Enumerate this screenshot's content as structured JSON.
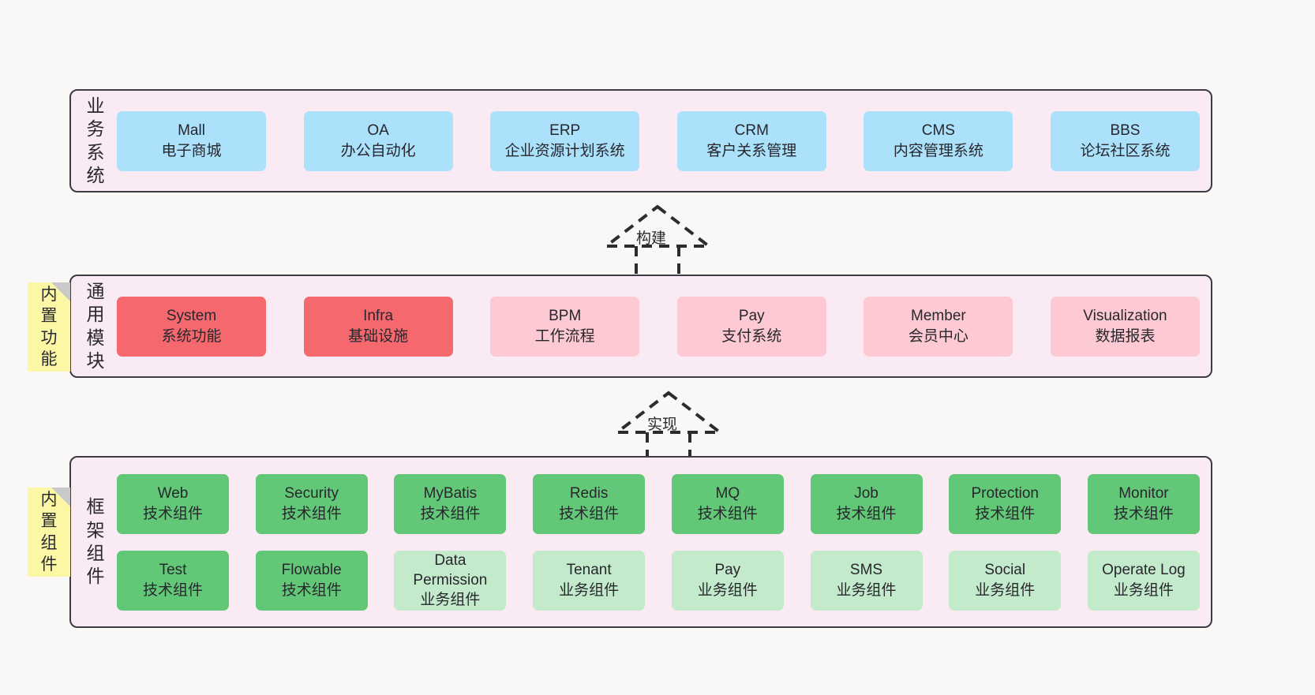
{
  "canvas": {
    "background": "#f9f8f7",
    "layer_fill": "#f9eaf4",
    "layer_border": "#3c3c44",
    "note_fill": "#fbf7a5",
    "colors": {
      "blue": "#ace1fb",
      "red": "#f4686e",
      "pink": "#fdc9d2",
      "green": "#62c878",
      "green_light": "#c3ebcb"
    }
  },
  "layers": [
    {
      "id": "business-system",
      "title": "业务系统",
      "rows": [
        {
          "cards": [
            {
              "en": "Mall",
              "cn": "电子商城",
              "color": "blue"
            },
            {
              "en": "OA",
              "cn": "办公自动化",
              "color": "blue"
            },
            {
              "en": "ERP",
              "cn": "企业资源计划系统",
              "color": "blue"
            },
            {
              "en": "CRM",
              "cn": "客户关系管理",
              "color": "blue"
            },
            {
              "en": "CMS",
              "cn": "内容管理系统",
              "color": "blue"
            },
            {
              "en": "BBS",
              "cn": "论坛社区系统",
              "color": "blue"
            }
          ]
        }
      ]
    },
    {
      "id": "common-module",
      "title": "通用模块",
      "rows": [
        {
          "cards": [
            {
              "en": "System",
              "cn": "系统功能",
              "color": "red"
            },
            {
              "en": "Infra",
              "cn": "基础设施",
              "color": "red"
            },
            {
              "en": "BPM",
              "cn": "工作流程",
              "color": "pink"
            },
            {
              "en": "Pay",
              "cn": "支付系统",
              "color": "pink"
            },
            {
              "en": "Member",
              "cn": "会员中心",
              "color": "pink"
            },
            {
              "en": "Visualization",
              "cn": "数据报表",
              "color": "pink"
            }
          ]
        }
      ]
    },
    {
      "id": "framework-component",
      "title": "框架组件",
      "rows": [
        {
          "cards": [
            {
              "en": "Web",
              "cn": "技术组件",
              "color": "green"
            },
            {
              "en": "Security",
              "cn": "技术组件",
              "color": "green"
            },
            {
              "en": "MyBatis",
              "cn": "技术组件",
              "color": "green"
            },
            {
              "en": "Redis",
              "cn": "技术组件",
              "color": "green"
            },
            {
              "en": "MQ",
              "cn": "技术组件",
              "color": "green"
            },
            {
              "en": "Job",
              "cn": "技术组件",
              "color": "green"
            },
            {
              "en": "Protection",
              "cn": "技术组件",
              "color": "green"
            },
            {
              "en": "Monitor",
              "cn": "技术组件",
              "color": "green"
            }
          ]
        },
        {
          "cards": [
            {
              "en": "Test",
              "cn": "技术组件",
              "color": "green"
            },
            {
              "en": "Flowable",
              "cn": "技术组件",
              "color": "green"
            },
            {
              "en": "Data Permission",
              "cn": "业务组件",
              "color": "green_light"
            },
            {
              "en": "Tenant",
              "cn": "业务组件",
              "color": "green_light"
            },
            {
              "en": "Pay",
              "cn": "业务组件",
              "color": "green_light"
            },
            {
              "en": "SMS",
              "cn": "业务组件",
              "color": "green_light"
            },
            {
              "en": "Social",
              "cn": "业务组件",
              "color": "green_light"
            },
            {
              "en": "Operate Log",
              "cn": "业务组件",
              "color": "green_light"
            }
          ]
        }
      ]
    }
  ],
  "notes": [
    {
      "id": "builtin-function",
      "text": "内置功能"
    },
    {
      "id": "builtin-component",
      "text": "内置组件"
    }
  ],
  "connectors": [
    {
      "id": "build",
      "label": "构建"
    },
    {
      "id": "implement",
      "label": "实现"
    }
  ]
}
